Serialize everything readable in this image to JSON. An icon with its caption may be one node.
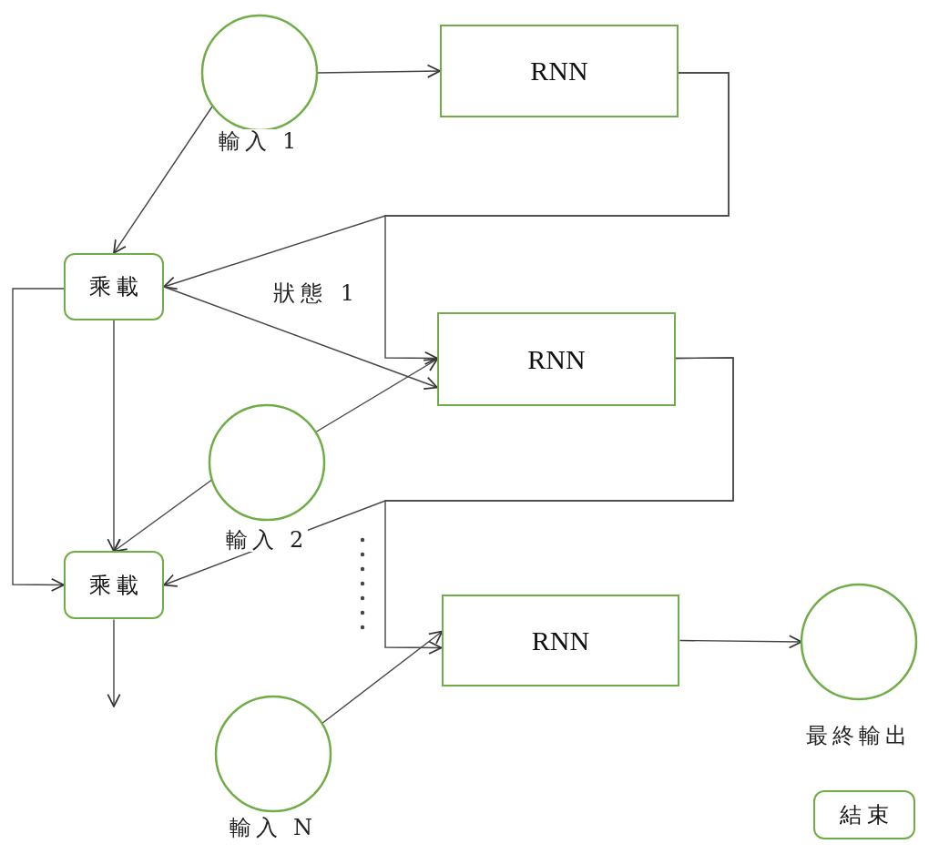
{
  "diagram": {
    "nodes": [
      {
        "text": [
          "輸入 1"
        ]
      },
      {
        "text": [
          "RNN"
        ]
      },
      {
        "text": [
          "乘載"
        ]
      },
      {
        "text": [
          "RNN"
        ]
      },
      {
        "text": [
          "輸入 2"
        ]
      },
      {
        "text": [
          "乘載"
        ]
      },
      {
        "text": [
          "RNN"
        ]
      },
      {
        "text": [
          "輸入 N"
        ]
      },
      {
        "text": [
          "最終輸出"
        ]
      },
      {
        "text": [
          "結束"
        ]
      }
    ],
    "edges": [
      {
        "from": 0,
        "to": 1,
        "arrow": "to"
      },
      {
        "from": 0,
        "to": 2,
        "arrow": "to"
      },
      {
        "from": 1,
        "to": 2,
        "arrow": "to"
      },
      {
        "from": 1,
        "to": 3,
        "arrow": "to"
      },
      {
        "from": 2,
        "to": 3,
        "arrow": "to"
      },
      {
        "from": 2,
        "to": 5,
        "arrow": "to"
      },
      {
        "from": 2,
        "to": 5,
        "arrow": "to"
      },
      {
        "from": 4,
        "to": 3,
        "arrow": "to"
      },
      {
        "from": 4,
        "to": 5,
        "arrow": "to"
      },
      {
        "from": 3,
        "to": 5,
        "arrow": "to"
      },
      {
        "from": 3,
        "to": 6,
        "arrow": "to"
      },
      {
        "from": 7,
        "to": 6,
        "arrow": "to"
      },
      {
        "from": 6,
        "to": 8,
        "arrow": "to"
      },
      {
        "from": 5,
        "to": null,
        "arrow": "to"
      }
    ],
    "labels": [
      "狀態 1"
    ]
  }
}
